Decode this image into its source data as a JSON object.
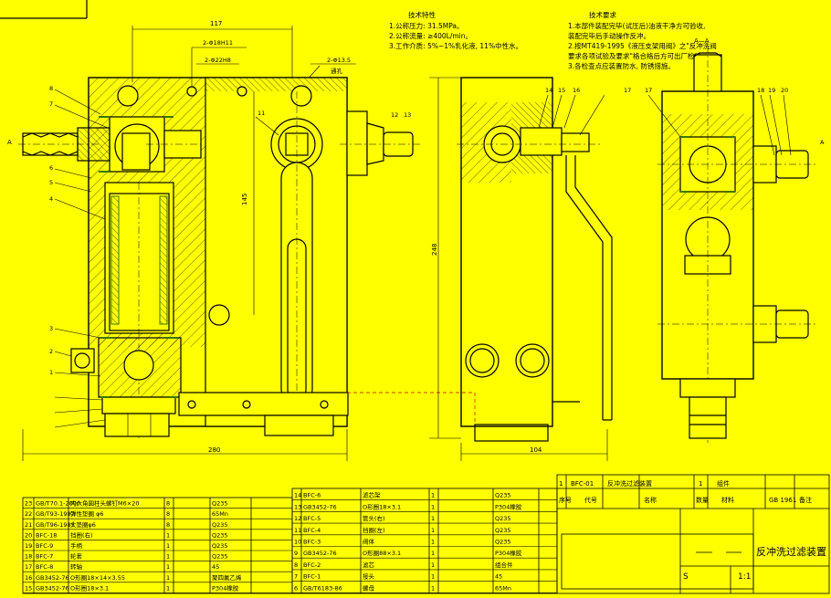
{
  "colors": {
    "background": "#ffff00",
    "line": "#000000",
    "accent": "#3a7a00",
    "hidden": "#c00000"
  },
  "notes": {
    "tech_spec_title": "技术特性",
    "tech_spec": [
      "1.公称压力: 31.5MPa。",
      "2.公称流量: ≥400L/min。",
      "3.工作介质: 5%~1%乳化液, 11%中性水。"
    ],
    "tech_req_title": "技术要求",
    "tech_req": [
      "1.本部件装配完毕(试压后)油液干净方可验收,",
      "  装配完毕后手动操作反冲。",
      "2.按MT419-1995《液压支架用阀》之\"反冲洗阀",
      "  要求各项试验及要求\"格合格后方可出厂检验。",
      "3.各检查点应装置防水, 防锈措施。"
    ]
  },
  "dims": {
    "d117": "117",
    "d2x14h11": "2-Φ18H11",
    "d2x22h8": "2-Φ22H8",
    "d2x13_5": "2-Φ13.5",
    "d_deep": "通孔",
    "d145": "145",
    "d248": "248",
    "d280": "280",
    "d104": "104",
    "section": "A—A",
    "a_left": "A",
    "a_right": "A"
  },
  "leaders": {
    "front": [
      "8",
      "7",
      "6",
      "5",
      "4",
      "3",
      "2",
      "1",
      "11",
      "12",
      "13"
    ],
    "side": [
      "14",
      "15",
      "16",
      "17",
      "18",
      "19",
      "20"
    ],
    "side2": [
      "17",
      "18",
      "19",
      "20"
    ]
  },
  "bom_left": [
    [
      "23",
      "GB/T70.1-2000",
      "内六角圆柱头螺钉M6×20",
      "8",
      "",
      "Q235",
      ""
    ],
    [
      "22",
      "GB/T93-1987",
      "弹性垫圈 φ6",
      "8",
      "",
      "65Mn",
      ""
    ],
    [
      "21",
      "GB/T96-1985",
      "大垫圈φ6",
      "8",
      "",
      "Q235",
      ""
    ],
    [
      "20",
      "BFC-18",
      "挡圈(右)",
      "1",
      "",
      "Q235",
      ""
    ],
    [
      "19",
      "BFC-9",
      "手柄",
      "1",
      "",
      "Q235",
      ""
    ],
    [
      "18",
      "BFC-7",
      "轮套",
      "1",
      "",
      "Q235",
      ""
    ],
    [
      "17",
      "BFC-8",
      "转轴",
      "1",
      "",
      "45",
      ""
    ],
    [
      "16",
      "GB3452-76",
      "O形圈18×14×3.55",
      "1",
      "",
      "聚四氟乙烯",
      ""
    ],
    [
      "15",
      "GB3452-76",
      "O形圈18×3.1",
      "1",
      "",
      "P304橡胶",
      ""
    ]
  ],
  "bom_mid": [
    [
      "14",
      "BFC-6",
      "滤芯架",
      "1",
      "",
      "Q235",
      ""
    ],
    [
      "13",
      "GB3452-76",
      "O形圈18×3.1",
      "1",
      "",
      "P304橡胶",
      ""
    ],
    [
      "12",
      "BFC-5",
      "管头(右)",
      "1",
      "",
      "Q235",
      ""
    ],
    [
      "11",
      "BFC-4",
      "挡圈(左)",
      "1",
      "",
      "Q235",
      ""
    ],
    [
      "10",
      "BFC-3",
      "阀体",
      "1",
      "",
      "Q235",
      ""
    ],
    [
      "9",
      "GB3452-76",
      "O形圈88×3.1",
      "1",
      "",
      "P304橡胶",
      ""
    ],
    [
      "8",
      "BFC-2",
      "滤芯",
      "1",
      "",
      "组合件",
      ""
    ],
    [
      "7",
      "BFC-1",
      "接头",
      "1",
      "",
      "45",
      ""
    ],
    [
      "6",
      "GB/T6183-86",
      "螺母",
      "1",
      "",
      "65Mn",
      ""
    ]
  ],
  "bom_header": {
    "c1": "序号",
    "c2": "代号",
    "c3": "名称",
    "c4": "数量",
    "c5": "材料",
    "c6": "备注",
    "row1a": "BFC-01",
    "row1b": "反冲洗过滤装置",
    "row1c": "1",
    "row1d": "组件",
    "row2": "GB 1961"
  },
  "title_block": {
    "title": "反冲洗过滤装置",
    "scale": "1:1",
    "sheet": "S"
  }
}
